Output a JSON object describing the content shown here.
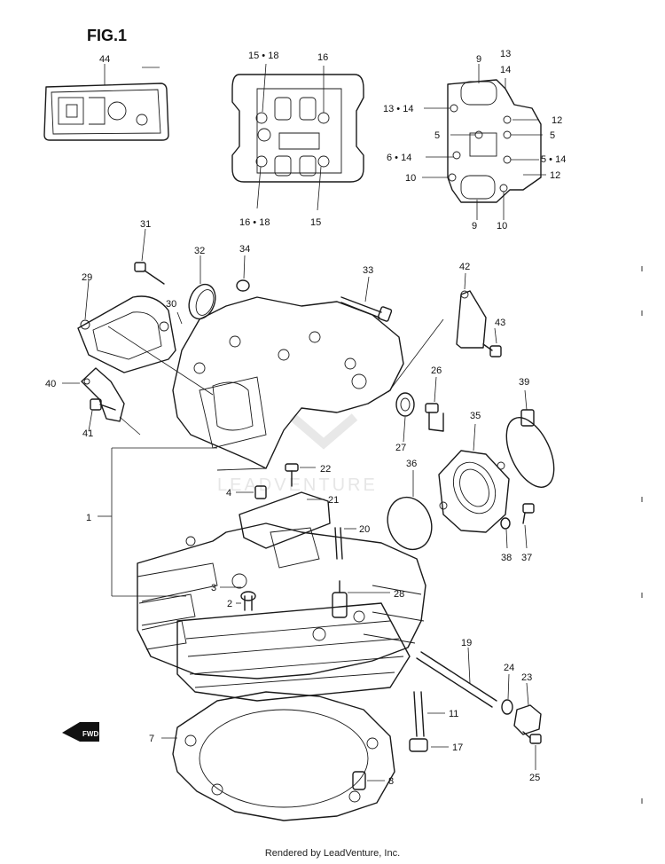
{
  "figure": {
    "title": "FIG.1"
  },
  "watermark": {
    "text": "LEADVENTURE"
  },
  "footer": {
    "text": "Rendered by LeadVenture, Inc."
  },
  "callouts": {
    "c44": "44",
    "c15_18": "15 • 18",
    "c16a": "16",
    "c16_18": "16 • 18",
    "c15": "15",
    "c9a": "9",
    "c13a": "13",
    "c14a": "14",
    "c13_14": "13 • 14",
    "c12a": "12",
    "c5a": "5",
    "c5b": "5",
    "c6_14": "6 • 14",
    "c5_14": "5 • 14",
    "c10a": "10",
    "c12b": "12",
    "c9b": "9",
    "c10b": "10",
    "c31": "31",
    "c32": "32",
    "c34": "34",
    "c33": "33",
    "c42": "42",
    "c29": "29",
    "c30": "30",
    "c43": "43",
    "c40": "40",
    "c26": "26",
    "c39": "39",
    "c41": "41",
    "c35": "35",
    "c27": "27",
    "c22": "22",
    "c36": "36",
    "c4": "4",
    "c21": "21",
    "c1": "1",
    "c20": "20",
    "c38": "38",
    "c37": "37",
    "c3": "3",
    "c2": "2",
    "c28": "28",
    "c19": "19",
    "c24": "24",
    "c23": "23",
    "c11": "11",
    "c7": "7",
    "c17": "17",
    "c25": "25",
    "c8": "8",
    "fwd": "FWD"
  }
}
